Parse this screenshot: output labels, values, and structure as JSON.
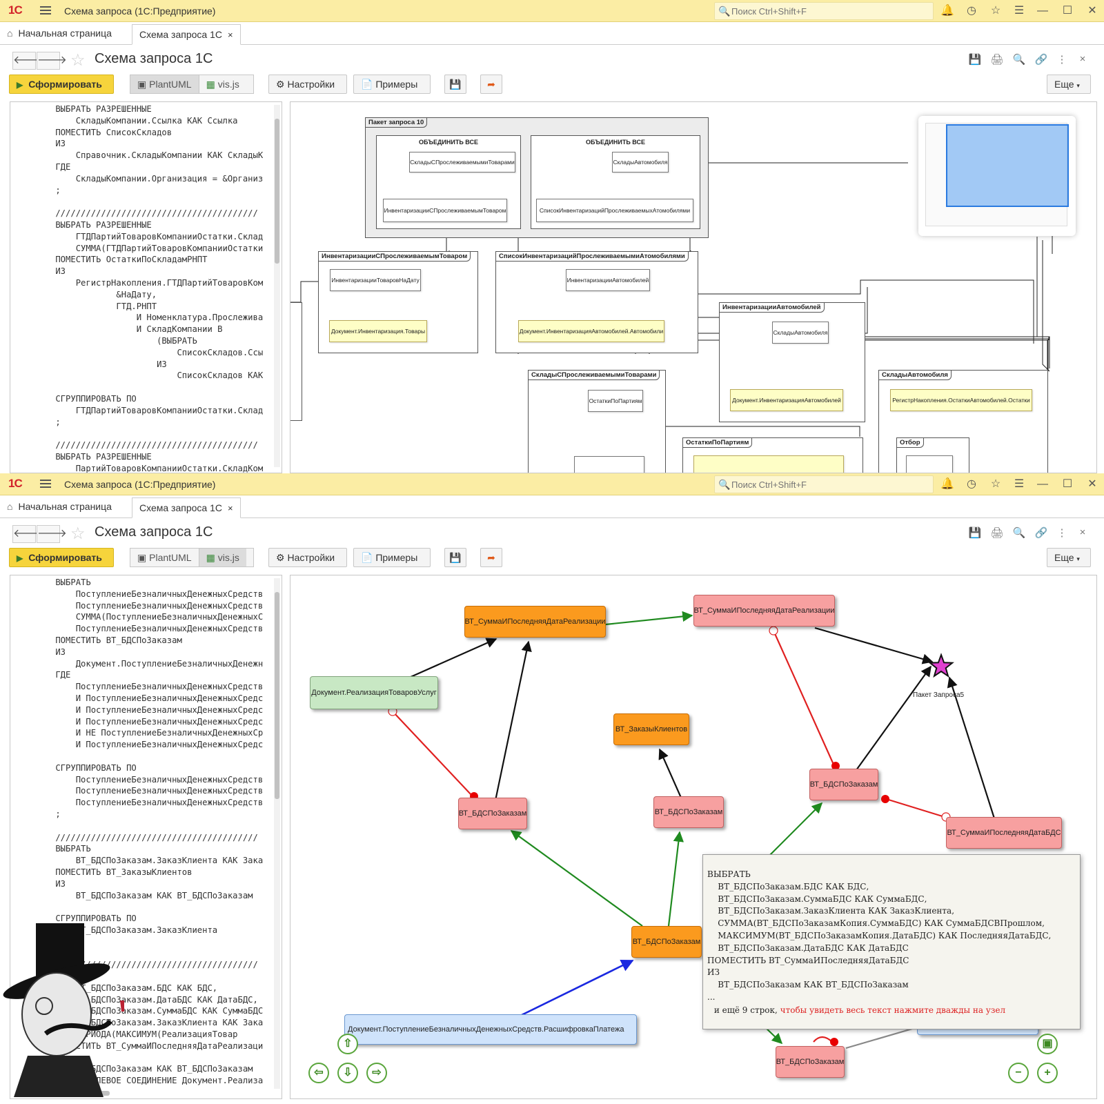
{
  "app": {
    "logo": "1С",
    "title": "Схема запроса  (1С:Предприятие)",
    "search_placeholder": "Поиск Ctrl+Shift+F"
  },
  "tabs": {
    "home": "Начальная страница",
    "active": "Схема запроса 1С",
    "close": "×"
  },
  "form": {
    "back": "🡐",
    "forward": "🡒",
    "title": "Схема запроса 1С"
  },
  "toolbar": {
    "generate": "Сформировать",
    "plantuml": "PlantUML",
    "visjs": "vis.js",
    "settings": "Настройки",
    "examples": "Примеры",
    "more": "Еще"
  },
  "top": {
    "mode": "PlantUML",
    "code": "    ВЫБРАТЬ РАЗРЕШЕННЫЕ\n        СкладыКомпании.Ссылка КАК Ссылка\n    ПОМЕСТИТЬ СписокСкладов\n    ИЗ\n        Справочник.СкладыКомпании КАК СкладыК\n    ГДЕ\n        СкладыКомпании.Организация = &Организ\n    ;\n\n    ////////////////////////////////////////\n    ВЫБРАТЬ РАЗРЕШЕННЫЕ\n        ГТДПартийТоваровКомпанииОстатки.Склад\n        СУММА(ГТДПартийТоваровКомпанииОстатки\n    ПОМЕСТИТЬ ОстаткиПоСкладамРНПТ\n    ИЗ\n        РегистрНакопления.ГТДПартийТоваровКом\n                &НаДату,\n                ГТД.РНПТ\n                    И Номенклатура.Прослежива\n                    И СкладКомпании В\n                        (ВЫБРАТЬ\n                            СписокСкладов.Ссы\n                        ИЗ\n                            СписокСкладов КАК\n\n    СГРУППИРОВАТЬ ПО\n        ГТДПартийТоваровКомпанииОстатки.Склад\n    ;\n\n    ////////////////////////////////////////\n    ВЫБРАТЬ РАЗРЕШЕННЫЕ\n        ПартийТоваровКомпанииОстатки.СкладКом",
    "packages": {
      "batch": "Пакет запроса 10",
      "union1": "ОБЪЕДИНИТЬ ВСЕ",
      "union2": "ОБЪЕДИНИТЬ ВСЕ",
      "inv_trace": "ИнвентаризацииСПрослеживаемымТоваром",
      "list_auto": "СписокИнвентаризацийПрослеживаемымиАтомобилями",
      "inv_auto": "ИнвентаризацииАвтомобилей",
      "wh_trace": "СкладыСПрослеживаемымиТоварами",
      "wh_auto": "СкладыАвтомобиля",
      "rest_batch": "ОстаткиПоПартиям",
      "filter": "Отбор"
    },
    "nodes": {
      "u1a": "СкладыСПрослеживаемымиТоварами",
      "u1b": "ИнвентаризацииСПрослеживаемымТоваром",
      "u2a": "СкладыАвтомобиля",
      "u2b": "СписокИнвентаризацийПрослеживаемыхАтомобилями",
      "it_a": "ИнвентаризацииТоваровНаДату",
      "it_b": "Документ.Инвентаризация.Товары",
      "la_a": "ИнвентаризацииАвтомобилей",
      "la_b": "Документ.ИнвентаризацияАвтомобилей.Автомобили",
      "ia_a": "СкладыАвтомобиля",
      "ia_b": "Документ.ИнвентаризацияАвтомобилей",
      "ws_a": "ОстаткиПоПартиям",
      "wa_a": "РегистрНакопления.ОстаткиАвтомобилей.Остатки"
    }
  },
  "bottom": {
    "mode": "vis.js",
    "code": "    ВЫБРАТЬ\n        ПоступлениеБезналичныхДенежныхСредств\n        ПоступлениеБезналичныхДенежныхСредств\n        СУММА(ПоступлениеБезналичныхДенежныхС\n        ПоступлениеБезналичныхДенежныхСредств\n    ПОМЕСТИТЬ ВТ_БДСПоЗаказам\n    ИЗ\n        Документ.ПоступлениеБезналичныхДенежн\n    ГДЕ\n        ПоступлениеБезналичныхДенежныхСредств\n        И ПоступлениеБезналичныхДенежныхСредс\n        И ПоступлениеБезналичныхДенежныхСредс\n        И ПоступлениеБезналичныхДенежныхСредс\n        И НЕ ПоступлениеБезналичныхДенежныхСр\n        И ПоступлениеБезналичныхДенежныхСредс\n\n    СГРУППИРОВАТЬ ПО\n        ПоступлениеБезналичныхДенежныхСредств\n        ПоступлениеБезналичныхДенежныхСредств\n        ПоступлениеБезналичныхДенежныхСредств\n    ;\n\n    ////////////////////////////////////////\n    ВЫБРАТЬ\n        ВТ_БДСПоЗаказам.ЗаказКлиента КАК Зака\n    ПОМЕСТИТЬ ВТ_ЗаказыКлиентов\n    ИЗ\n        ВТ_БДСПоЗаказам КАК ВТ_БДСПоЗаказам\n\n    СГРУППИРОВАТЬ ПО\n        ВТ_БДСПоЗаказам.ЗаказКлиента\n    ;\n\n    ////////////////////////////////////////\n    ВЫБРАТЬ\n        ВТ_БДСПоЗаказам.БДС КАК БДС,\n        ВТ_БДСПоЗаказам.ДатаБДС КАК ДатаБДС,\n        ВТ_БДСПоЗаказам.СуммаБДС КАК СуммаБДС\n        ВТ_БДСПоЗаказам.ЗаказКлиента КАК Зака\n        ПЕРИОДА(МАКСИМУМ(РеализацияТовар\n    ПОМЕСТИТЬ ВТ_СуммаИПоследняяДатаРеализаци\n    ИЗ\n        ВТ_БДСПоЗаказам КАК ВТ_БДСПоЗаказам\n            ЛЕВОЕ СОЕДИНЕНИЕ Документ.Реализа",
    "nodes": {
      "n_sum1": "ВТ_СуммаИПоследняяДатаРеализации",
      "n_sum2": "ВТ_СуммаИПоследняяДатаРеализации",
      "n_real": "Документ.РеализацияТоваровУслуг",
      "n_zk": "ВТ_ЗаказыКлиентов",
      "n_bds1": "ВТ_БДСПоЗаказам",
      "n_bds2": "ВТ_БДСПоЗаказам",
      "n_bds3": "ВТ_БДСПоЗаказам",
      "n_bds4": "ВТ_БДСПоЗаказам",
      "n_bds5": "ВТ_БДСПоЗаказам",
      "n_sumbds": "ВТ_СуммаИПоследняяДатаБДС",
      "n_doc": "Документ.ПоступлениеБезналичныхДенежныхСредств.РасшифровкаПлатежа",
      "star_label": "Пакет Запроса5"
    },
    "tooltip": {
      "text": "ВЫБРАТЬ\n    ВТ_БДСПоЗаказам.БДС КАК БДС,\n    ВТ_БДСПоЗаказам.СуммаБДС КАК СуммаБДС,\n    ВТ_БДСПоЗаказам.ЗаказКлиента КАК ЗаказКлиента,\n    СУММА(ВТ_БДСПоЗаказамКопия.СуммаБДС) КАК СуммаБДСВПрошлом,\n    МАКСИМУМ(ВТ_БДСПоЗаказамКопия.ДатаБДС) КАК ПоследняяДатаБДС,\n    ВТ_БДСПоЗаказам.ДатаБДС КАК ДатаБДС\nПОМЕСТИТЬ ВТ_СуммаИПоследняяДатаБДС\nИЗ\n    ВТ_БДСПоЗаказам КАК ВТ_БДСПоЗаказам\n...",
      "more_prefix": " и ещё 9 строк, ",
      "more_hint": "чтобы увидеть весь текст нажмите дважды на узел"
    }
  },
  "colors": {
    "titlebar": "#fbeda4",
    "primary_button": "#f6d43c",
    "node_orange": "#fb9a1e",
    "node_red": "#f7a0a0",
    "node_green": "#c8e8c4",
    "node_blue": "#cfe3fb",
    "edge_green": "#1f8a1f",
    "edge_red": "#e02020",
    "edge_blue": "#1a28e0",
    "star": "#e040d0"
  }
}
